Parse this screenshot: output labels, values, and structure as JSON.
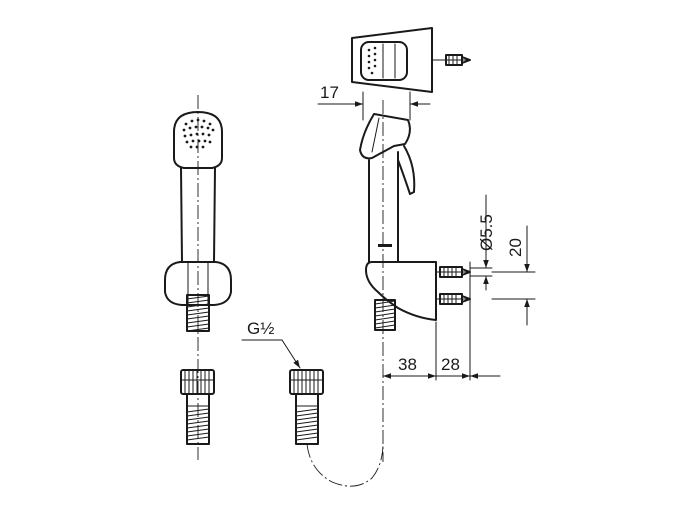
{
  "dimensions": {
    "head_width": "17",
    "hole_diameter": "Ø5.5",
    "hole_spacing": "20",
    "holder_projection": "38",
    "screw_length": "28",
    "thread_size": "G½"
  },
  "colors": {
    "line": "#1a1a1a",
    "background": "#ffffff"
  }
}
